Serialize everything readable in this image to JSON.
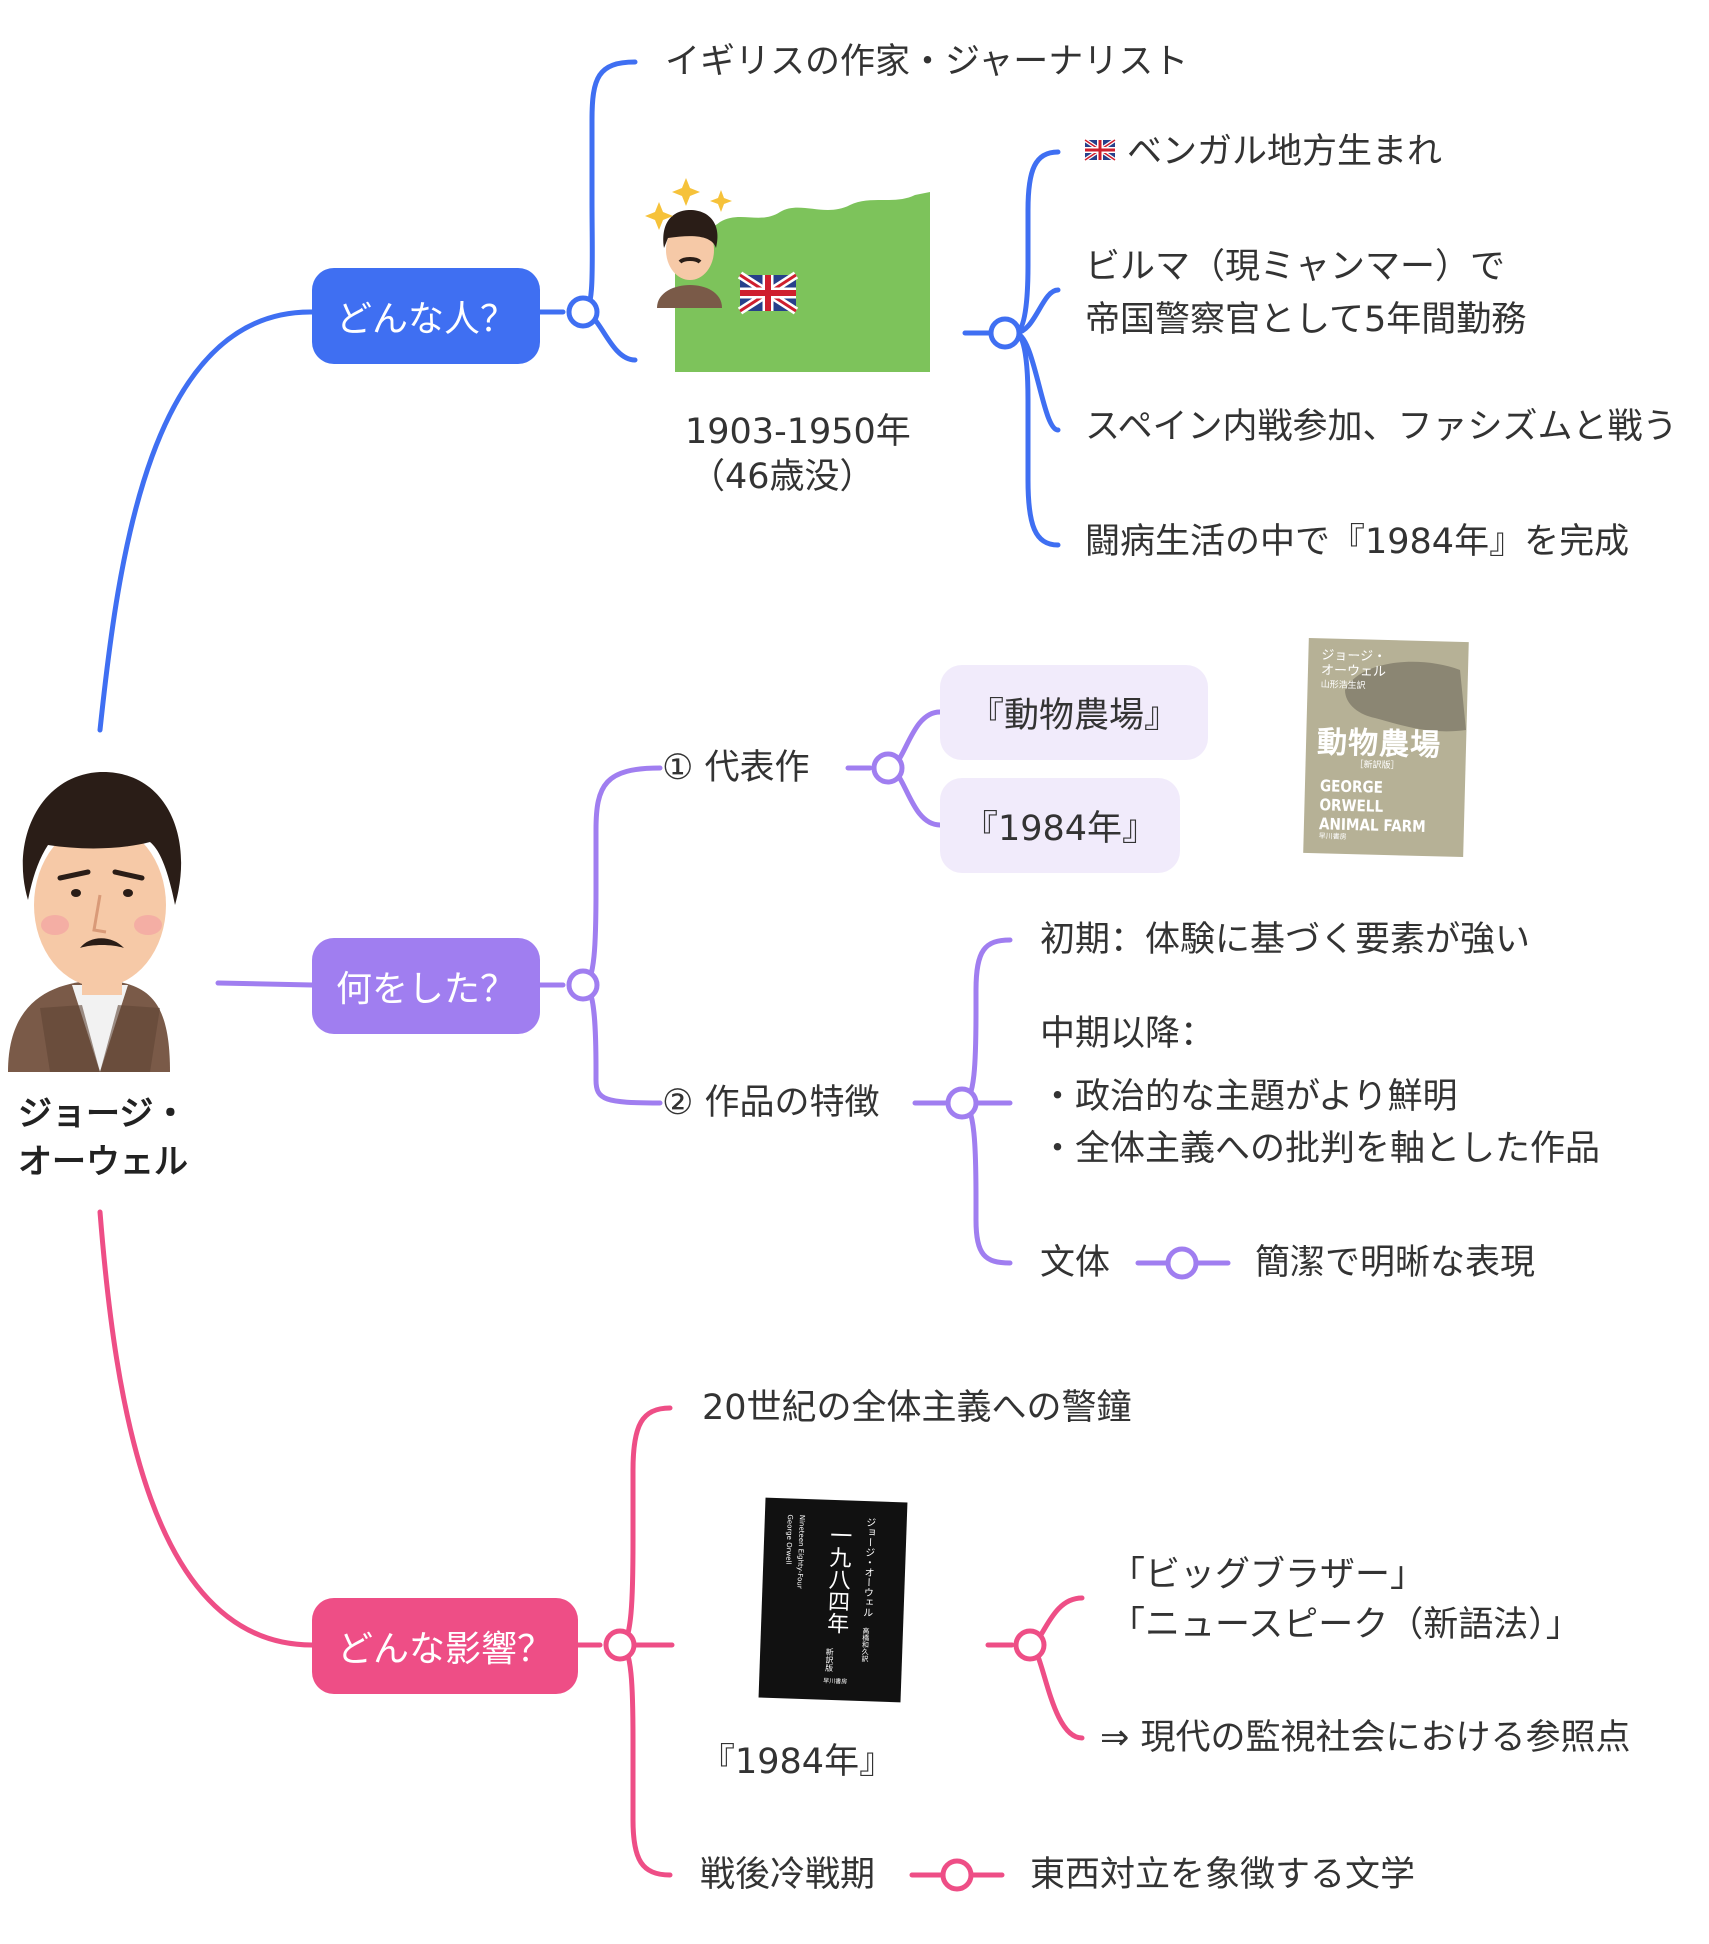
{
  "root": {
    "name_line1": "ジョージ・",
    "name_line2": "オーウェル"
  },
  "colors": {
    "blue": "#3f6ff2",
    "purple": "#a07ef0",
    "pink": "#ee4e86",
    "soft": "#f1ebfb"
  },
  "b1": {
    "label": "どんな人？",
    "occupation": "イギリスの作家・ジャーナリスト",
    "years": "1903-1950年",
    "age": "（46歳没）",
    "facts": [
      "ベンガル地方生まれ",
      "ビルマ（現ミャンマー）で",
      "帝国警察官として5年間勤務",
      "スペイン内戦参加、ファシズムと戦う",
      "闘病生活の中で『1984年』を完成"
    ]
  },
  "b2": {
    "label": "何をした？",
    "works_label": "① 代表作",
    "works": [
      "『動物農場』",
      "『1984年』"
    ],
    "book": {
      "author_line1": "ジョージ・",
      "author_line2": "オーウェル",
      "translator": "山形浩生訳",
      "title": "動物農場",
      "edition": "［新訳版］",
      "en_line1": "GEORGE ORWELL",
      "en_line2": "ANIMAL FARM",
      "publisher": "早川書房"
    },
    "features_label": "② 作品の特徴",
    "early": "初期：体験に基づく要素が強い",
    "middle_label": "中期以降：",
    "middle_items": [
      "・政治的な主題がより鮮明",
      "・全体主義への批判を軸とした作品"
    ],
    "style_label": "文体",
    "style_value": "簡潔で明晰な表現"
  },
  "b3": {
    "label": "どんな影響？",
    "warning": "20世紀の全体主義への警鐘",
    "book_caption": "『1984年』",
    "book": {
      "title": "一九八四年",
      "edition": "新訳版",
      "author": "ジョージ・オーウェル",
      "author_en": "George Orwell",
      "title_en": "Nineteen Eighty-Four",
      "translator": "高橋和久訳",
      "publisher": "早川書房"
    },
    "terms": [
      "「ビッグブラザー」",
      "「ニュースピーク（新語法）」"
    ],
    "reference": "⇒ 現代の監視社会における参照点",
    "cold_war_label": "戦後冷戦期",
    "cold_war_value": "東西対立を象徴する文学"
  }
}
